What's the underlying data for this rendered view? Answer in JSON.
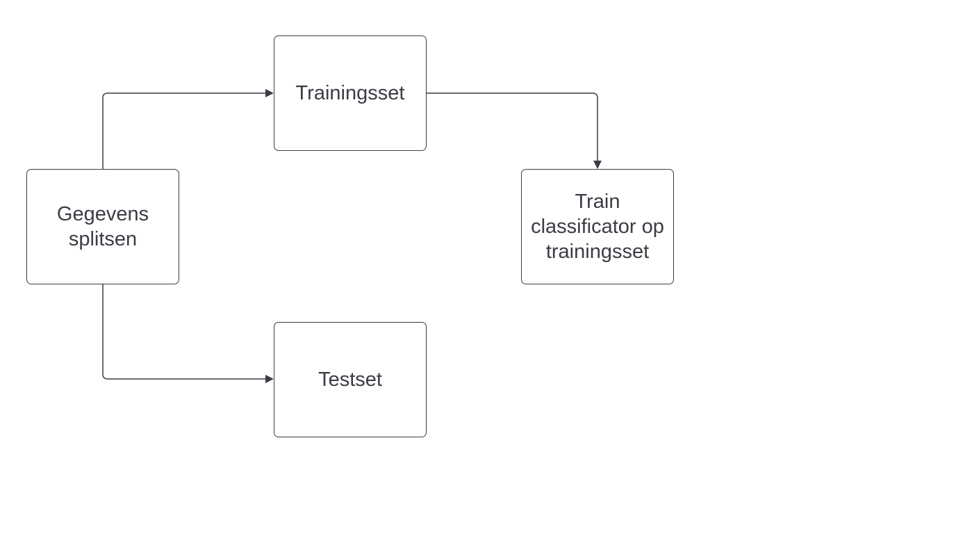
{
  "diagram": {
    "colors": {
      "stroke": "#3a3d45",
      "text": "#3a3d45",
      "background": "#ffffff"
    },
    "nodes": [
      {
        "id": "gegevens",
        "label": "Gegevens\nsplitsen"
      },
      {
        "id": "trainingsset",
        "label": "Trainingsset"
      },
      {
        "id": "testset",
        "label": "Testset"
      },
      {
        "id": "train",
        "label": "Train\nclassificator op\ntrainingsset"
      }
    ],
    "edges": [
      {
        "from": "gegevens",
        "to": "trainingsset"
      },
      {
        "from": "gegevens",
        "to": "testset"
      },
      {
        "from": "trainingsset",
        "to": "train"
      }
    ]
  }
}
